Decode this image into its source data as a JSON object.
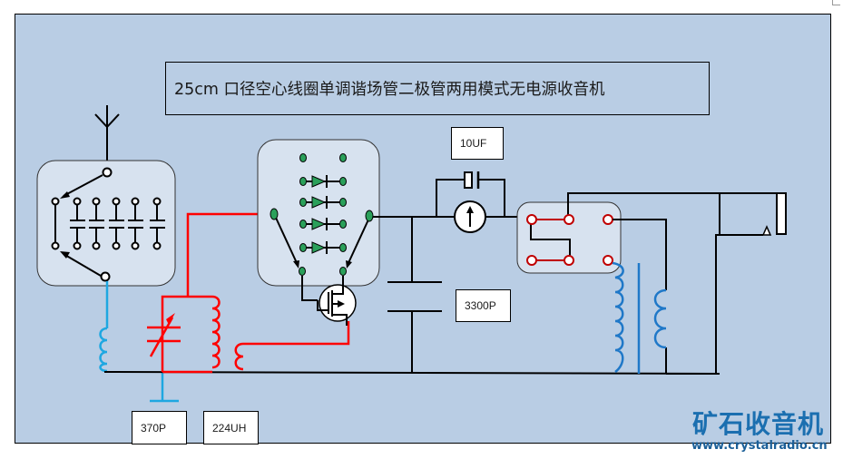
{
  "title": "25cm 口径空心线圈单调谐场管二极管两用模式无电源收音机",
  "labels": {
    "electrolytic_cap": "10UF",
    "bypass_cap": "3300P",
    "variable_cap": "370P",
    "coil": "224UH"
  },
  "logo": {
    "text": "矿石收音机",
    "url": "www.crystalradio.cn"
  },
  "components": [
    {
      "name": "antenna",
      "icon": "antenna-icon"
    },
    {
      "name": "band-switch",
      "icon": "rotary-switch-icon",
      "capacitor_positions": 5
    },
    {
      "name": "antenna-coil",
      "icon": "inductor-icon"
    },
    {
      "name": "variable-capacitor",
      "icon": "variable-capacitor-icon"
    },
    {
      "name": "tuning-coil",
      "icon": "inductor-icon"
    },
    {
      "name": "coupling-coil",
      "icon": "inductor-icon"
    },
    {
      "name": "detector-selector",
      "icon": "rotary-switch-icon",
      "diode_count": 4
    },
    {
      "name": "mosfet",
      "icon": "mosfet-icon"
    },
    {
      "name": "bypass-capacitor",
      "icon": "capacitor-icon"
    },
    {
      "name": "meter",
      "icon": "ammeter-icon"
    },
    {
      "name": "electrolytic-capacitor",
      "icon": "electrolytic-capacitor-icon"
    },
    {
      "name": "mode-switch",
      "icon": "dpdt-switch-icon"
    },
    {
      "name": "output-transformer",
      "icon": "transformer-icon"
    },
    {
      "name": "earphone-jack",
      "icon": "jack-icon"
    }
  ],
  "colors": {
    "background": "#b9cde4",
    "module_fill": "#d7e2ef",
    "tuned_circuit": "#ff0000",
    "antenna_coil": "#1ea7e1",
    "transformer": "#1f78c8",
    "diode": "#2aa05a",
    "switch_terminal": "#c00000",
    "logo": "#1b6fb0"
  }
}
